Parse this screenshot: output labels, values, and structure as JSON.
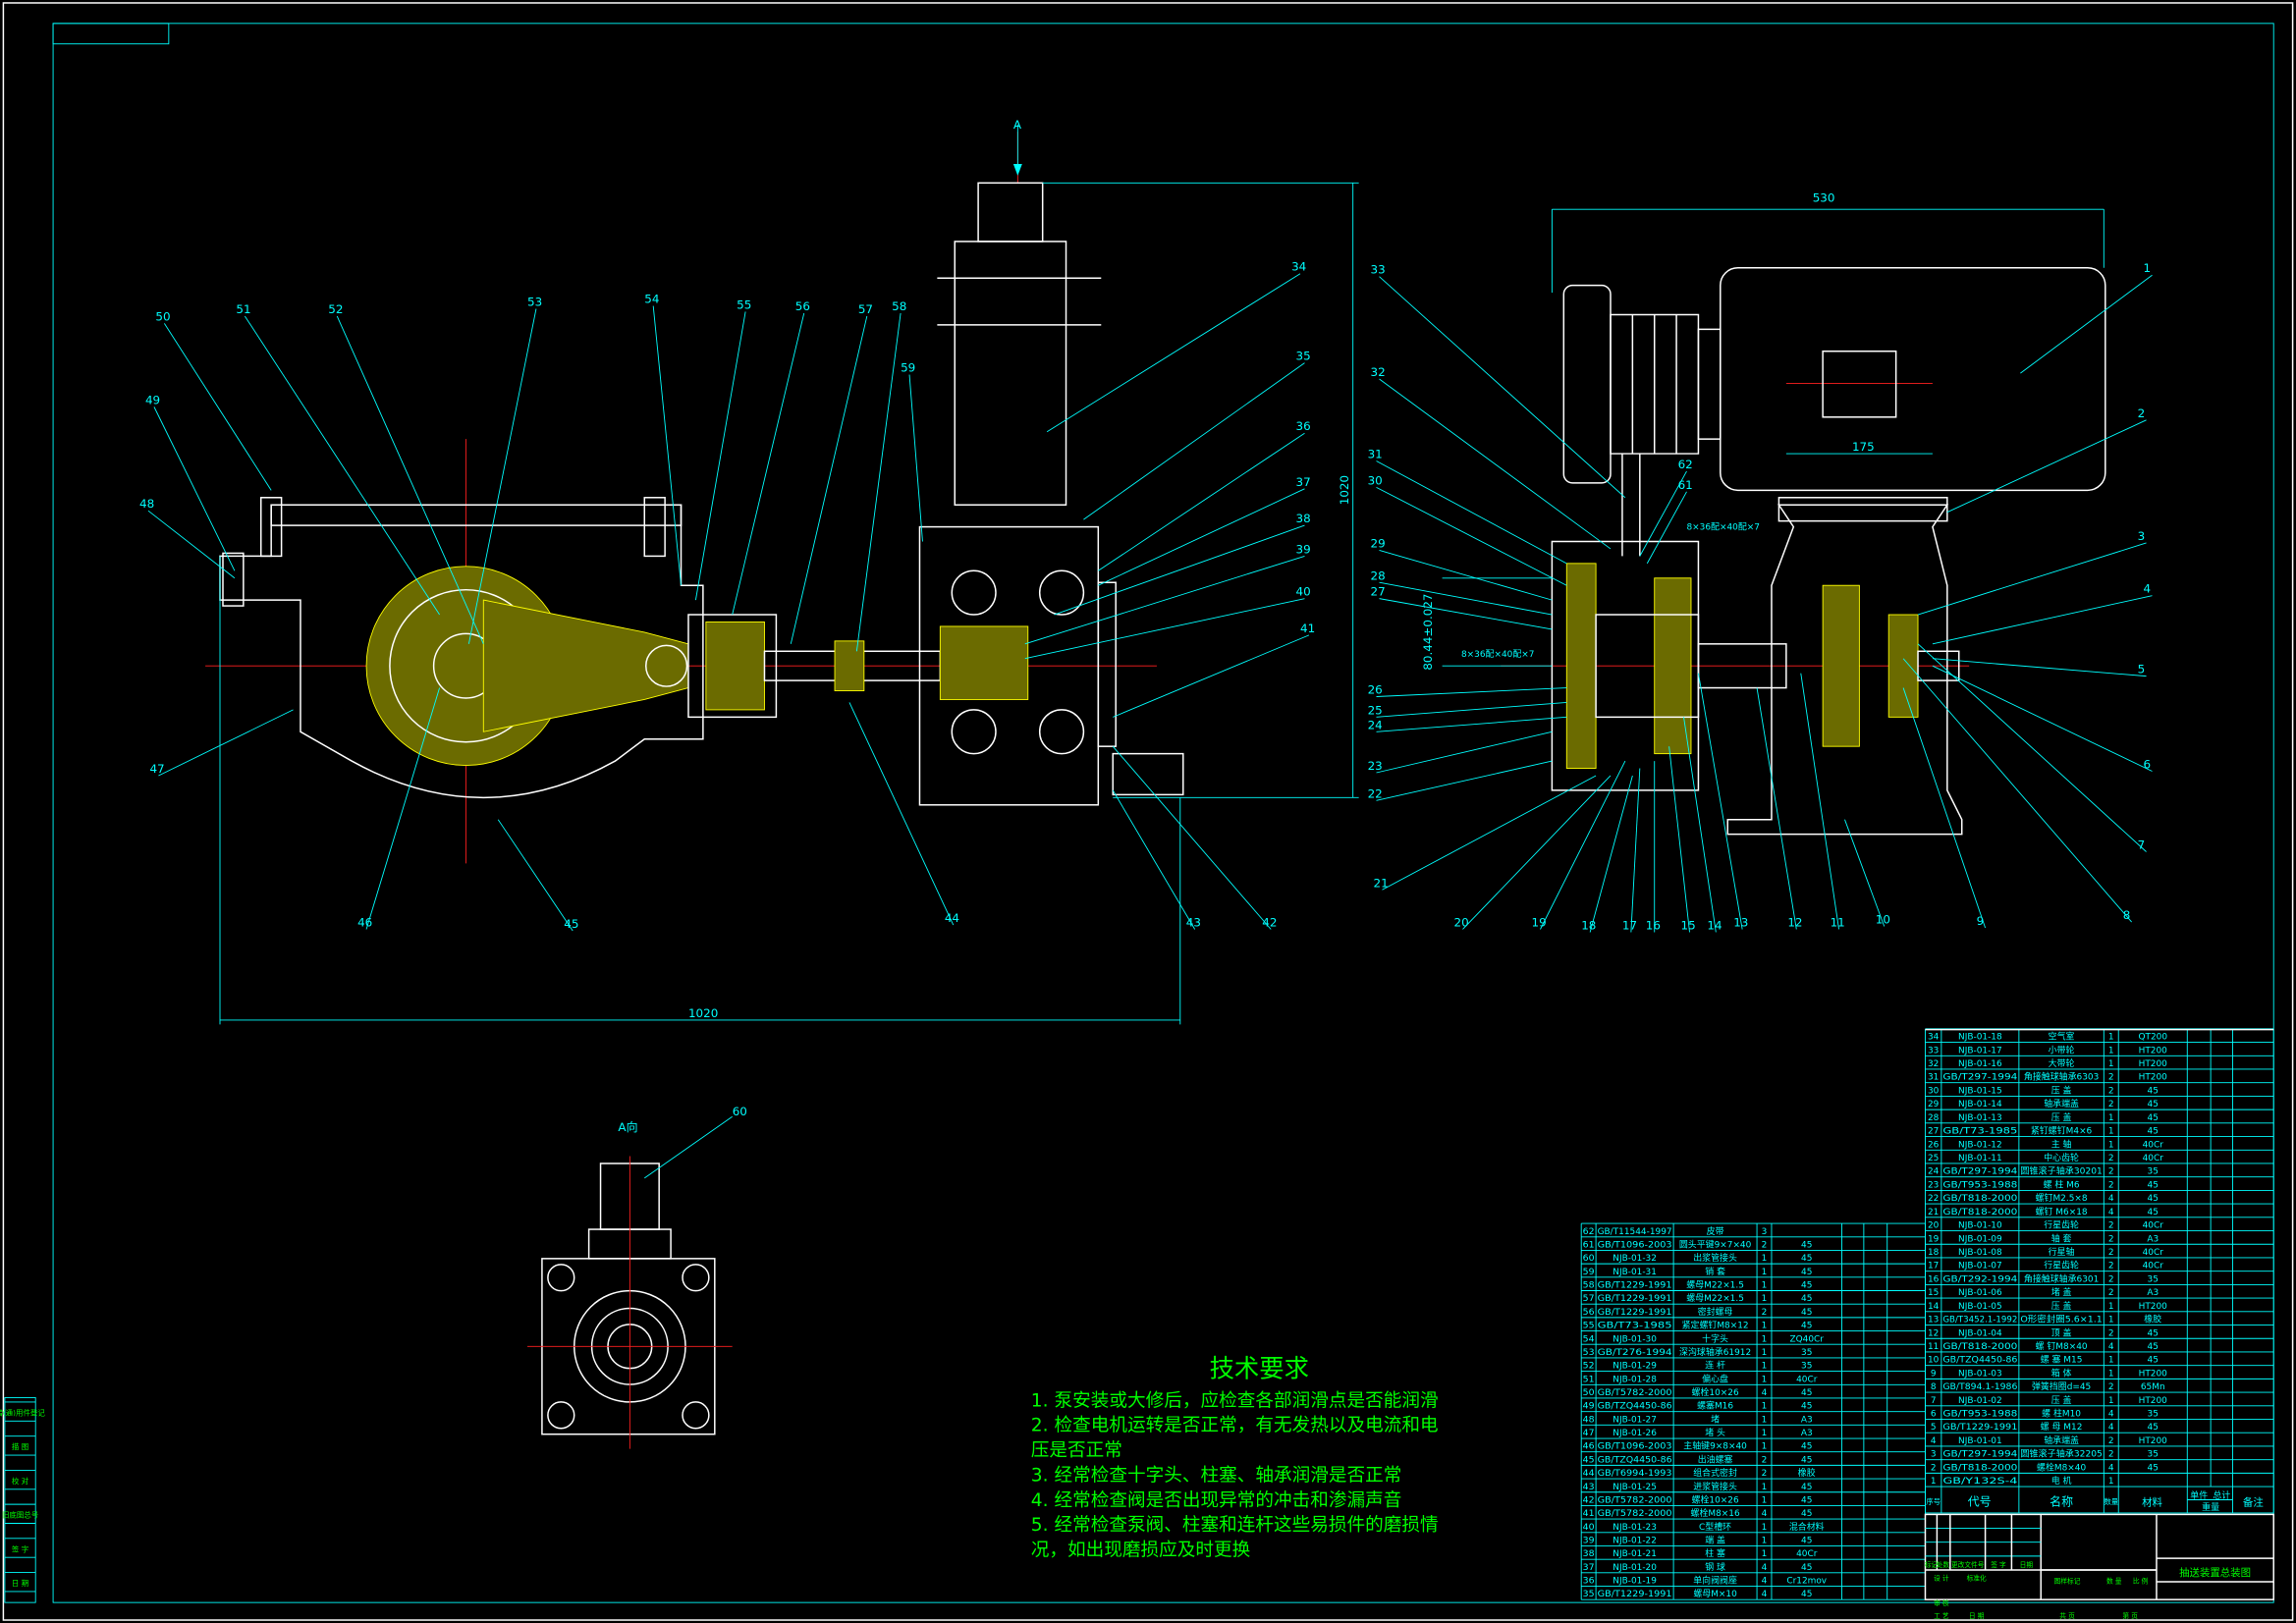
{
  "colors": {
    "background": "#000000",
    "outline": "#ffffff",
    "leader": "#00ffff",
    "hatch": "#ffff00",
    "centerline": "#ff2020",
    "note_text": "#00ff00"
  },
  "front_view": {
    "part_labels": [
      "50",
      "51",
      "52",
      "53",
      "54",
      "55",
      "56",
      "57",
      "58",
      "59",
      "34",
      "35",
      "36",
      "37",
      "38",
      "39",
      "40",
      "41",
      "42",
      "43",
      "44",
      "45",
      "46",
      "47",
      "48",
      "49"
    ],
    "dim_height": "1020",
    "dim_width": "1020",
    "view_arrow": "A"
  },
  "side_view": {
    "part_labels": [
      "33",
      "32",
      "31",
      "30",
      "29",
      "28",
      "27",
      "26",
      "25",
      "24",
      "23",
      "22",
      "21",
      "20",
      "19",
      "18",
      "17",
      "16",
      "15",
      "14",
      "13",
      "12",
      "11",
      "10",
      "9",
      "8",
      "7",
      "6",
      "5",
      "4",
      "3",
      "2",
      "1",
      "62",
      "61"
    ],
    "dim_width": "530",
    "dim_motor": "175",
    "dim_shaft": "80.44±0.027",
    "dim_spline": "8×36配×40配×7"
  },
  "a_view": {
    "title": "A向",
    "part_label": "60"
  },
  "tech_requirements": {
    "title": "技术要求",
    "lines": [
      "1. 泵安装或大修后，应检查各部润滑点是否能润滑",
      "2. 检查电机运转是否正常，有无发热以及电流和电",
      "压是否正常",
      "3. 经常检查十字头、柱塞、轴承润滑是否正常",
      "4. 经常检查阀是否出现异常的冲击和渗漏声音",
      "5. 经常检查泵阀、柱塞和连杆这些易损件的磨损情",
      "况，如出现磨损应及时更换"
    ]
  },
  "sidebar": {
    "labels": [
      "借(通)用件登记",
      "描 图",
      "校 对",
      "旧底图总号",
      "签 字",
      "日 期"
    ]
  },
  "bom_right": [
    [
      "34",
      "NJB-01-18",
      "空气室",
      "1",
      "QT200"
    ],
    [
      "33",
      "NJB-01-17",
      "小带轮",
      "1",
      "HT200"
    ],
    [
      "32",
      "NJB-01-16",
      "大带轮",
      "1",
      "HT200"
    ],
    [
      "31",
      "GB/T297-1994",
      "角接触球轴承6303",
      "2",
      "HT200"
    ],
    [
      "30",
      "NJB-01-15",
      "压 盖",
      "2",
      "45"
    ],
    [
      "29",
      "NJB-01-14",
      "轴承端盖",
      "2",
      "45"
    ],
    [
      "28",
      "NJB-01-13",
      "压 盖",
      "1",
      "45"
    ],
    [
      "27",
      "GB/T73-1985",
      "紧钉螺钉M4×6",
      "1",
      "45"
    ],
    [
      "26",
      "NJB-01-12",
      "主 轴",
      "1",
      "40Cr"
    ],
    [
      "25",
      "NJB-01-11",
      "中心齿轮",
      "2",
      "40Cr"
    ],
    [
      "24",
      "GB/T297-1994",
      "圆锥滚子轴承30201",
      "2",
      "35"
    ],
    [
      "23",
      "GB/T953-1988",
      "螺 柱 M6",
      "2",
      "45"
    ],
    [
      "22",
      "GB/T818-2000",
      "螺钉M2.5×8",
      "4",
      "45"
    ],
    [
      "21",
      "GB/T818-2000",
      "螺钉 M6×18",
      "4",
      "45"
    ],
    [
      "20",
      "NJB-01-10",
      "行星齿轮",
      "2",
      "40Cr"
    ],
    [
      "19",
      "NJB-01-09",
      "轴 套",
      "2",
      "A3"
    ],
    [
      "18",
      "NJB-01-08",
      "行星轴",
      "2",
      "40Cr"
    ],
    [
      "17",
      "NJB-01-07",
      "行星齿轮",
      "2",
      "40Cr"
    ],
    [
      "16",
      "GB/T292-1994",
      "角接触球轴承6301",
      "2",
      "35"
    ],
    [
      "15",
      "NJB-01-06",
      "堵 盖",
      "2",
      "A3"
    ],
    [
      "14",
      "NJB-01-05",
      "压 盖",
      "1",
      "HT200"
    ],
    [
      "13",
      "GB/T3452.1-1992",
      "O形密封圈5.6×1.1",
      "1",
      "橡胶"
    ],
    [
      "12",
      "NJB-01-04",
      "顶 盖",
      "2",
      "45"
    ],
    [
      "11",
      "GB/T818-2000",
      "螺 钉M8×40",
      "4",
      "45"
    ],
    [
      "10",
      "GB/TZQ4450-86",
      "螺 塞 M15",
      "1",
      "45"
    ],
    [
      "9",
      "NJB-01-03",
      "箱 体",
      "1",
      "HT200"
    ],
    [
      "8",
      "GB/T894.1-1986",
      "弹簧挡圈d=45",
      "2",
      "65Mn"
    ],
    [
      "7",
      "NJB-01-02",
      "压 盖",
      "1",
      "HT200"
    ],
    [
      "6",
      "GB/T953-1988",
      "螺 柱M10",
      "4",
      "35"
    ],
    [
      "5",
      "GB/T1229-1991",
      "螺 母 M12",
      "4",
      "45"
    ],
    [
      "4",
      "NJB-01-01",
      "轴承端盖",
      "2",
      "HT200"
    ],
    [
      "3",
      "GB/T297-1994",
      "圆锥滚子轴承32205",
      "2",
      "35"
    ],
    [
      "2",
      "GB/T818-2000",
      "螺栓M8×40",
      "4",
      "45"
    ],
    [
      "1",
      "GB/Y132S-4",
      "电 机",
      "1",
      ""
    ]
  ],
  "bom_header": {
    "no": "序号",
    "code": "代号",
    "name": "名称",
    "qty": "数量",
    "material": "材料",
    "unit_weight": "单件",
    "total_weight": "总计",
    "weight": "重量",
    "note": "备注"
  },
  "bom_left": [
    [
      "62",
      "GB/T11544-1997",
      "皮带",
      "3",
      ""
    ],
    [
      "61",
      "GB/T1096-2003",
      "圆头平键9×7×40",
      "2",
      "45"
    ],
    [
      "60",
      "NJB-01-32",
      "出浆管接头",
      "1",
      "45"
    ],
    [
      "59",
      "NJB-01-31",
      "销 套",
      "1",
      "45"
    ],
    [
      "58",
      "GB/T1229-1991",
      "螺母M22×1.5",
      "1",
      "45"
    ],
    [
      "57",
      "GB/T1229-1991",
      "螺母M22×1.5",
      "1",
      "45"
    ],
    [
      "56",
      "GB/T1229-1991",
      "密封螺母",
      "2",
      "45"
    ],
    [
      "55",
      "GB/T73-1985",
      "紧定螺钉M8×12",
      "1",
      "45"
    ],
    [
      "54",
      "NJB-01-30",
      "十字头",
      "1",
      "ZQ40Cr"
    ],
    [
      "53",
      "GB/T276-1994",
      "深沟球轴承61912",
      "1",
      "35"
    ],
    [
      "52",
      "NJB-01-29",
      "连 杆",
      "1",
      "35"
    ],
    [
      "51",
      "NJB-01-28",
      "偏心盘",
      "1",
      "40Cr"
    ],
    [
      "50",
      "GB/T5782-2000",
      "螺栓10×26",
      "4",
      "45"
    ],
    [
      "49",
      "GB/TZQ4450-86",
      "螺塞M16",
      "1",
      "45"
    ],
    [
      "48",
      "NJB-01-27",
      "堵",
      "1",
      "A3"
    ],
    [
      "47",
      "NJB-01-26",
      "堵 头",
      "1",
      "A3"
    ],
    [
      "46",
      "GB/T1096-2003",
      "主轴键9×8×40",
      "1",
      "45"
    ],
    [
      "45",
      "GB/TZQ4450-86",
      "出油螺塞",
      "2",
      "45"
    ],
    [
      "44",
      "GB/T6994-1993",
      "组合式密封",
      "2",
      "橡胶"
    ],
    [
      "43",
      "NJB-01-25",
      "进浆管接头",
      "1",
      "45"
    ],
    [
      "42",
      "GB/T5782-2000",
      "螺栓10×26",
      "1",
      "45"
    ],
    [
      "41",
      "GB/T5782-2000",
      "螺栓M8×16",
      "4",
      "45"
    ],
    [
      "40",
      "NJB-01-23",
      "C型槽环",
      "1",
      "混合材料"
    ],
    [
      "39",
      "NJB-01-22",
      "端 盖",
      "1",
      "45"
    ],
    [
      "38",
      "NJB-01-21",
      "柱 塞",
      "1",
      "40Cr"
    ],
    [
      "37",
      "NJB-01-20",
      "钢 球",
      "4",
      "45"
    ],
    [
      "36",
      "NJB-01-19",
      "单向阀阀座",
      "4",
      "Cr12mov"
    ],
    [
      "35",
      "GB/T1229-1991",
      "螺母M×10",
      "4",
      "45"
    ]
  ],
  "title_block": {
    "drawing_title": "抽送装置总装图",
    "labels": [
      "标记",
      "处数",
      "更改文件号",
      "签 字",
      "日期",
      "设 计",
      "标准化",
      "审 核",
      "工 艺",
      "日 期",
      "图样标记",
      "数 量",
      "比 例",
      "共 页",
      "第 页"
    ]
  }
}
